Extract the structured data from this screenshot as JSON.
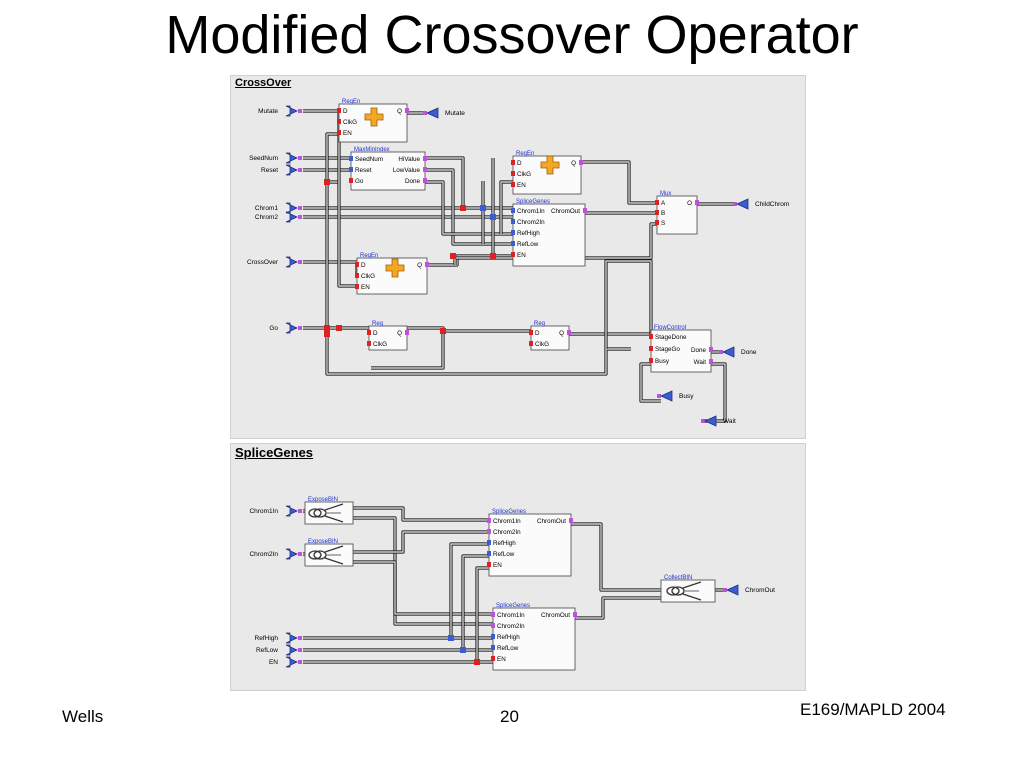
{
  "slide": {
    "title": "Modified Crossover Operator",
    "footer_left": "Wells",
    "page_number": "20",
    "footer_right": "E169/MAPLD 2004"
  },
  "crossover": {
    "title": "CrossOver",
    "ports_in": [
      "Mutate",
      "SeedNum",
      "Reset",
      "Chrom1",
      "Chrom2",
      "CrossOver",
      "Go"
    ],
    "ports_out": [
      "Mutate",
      "ChildChrom",
      "Done",
      "Busy",
      "Wait"
    ],
    "blocks": {
      "regen_top": {
        "name": "RegEn",
        "pins_left": [
          "D",
          "ClkG",
          "EN"
        ],
        "pins_right": [
          "Q"
        ]
      },
      "maxmin": {
        "name": "MaxMinIndex",
        "pins_left": [
          "SeedNum",
          "Reset",
          "Go"
        ],
        "pins_right": [
          "HiValue",
          "LowValue",
          "Done"
        ]
      },
      "regen_mid": {
        "name": "RegEn",
        "pins_left": [
          "D",
          "ClkG",
          "EN"
        ],
        "pins_right": [
          "Q"
        ]
      },
      "mux": {
        "name": "Mux",
        "pins_left": [
          "A",
          "B",
          "S"
        ],
        "pins_right": [
          "O"
        ]
      },
      "splice": {
        "name": "SpliceGenes",
        "pins_left": [
          "Chrom1In",
          "Chrom2In",
          "RefHigh",
          "RefLow",
          "EN"
        ],
        "pins_right": [
          "ChromOut"
        ]
      },
      "regen_low": {
        "name": "RegEn",
        "pins_left": [
          "D",
          "ClkG",
          "EN"
        ],
        "pins_right": [
          "Q"
        ]
      },
      "reg_a": {
        "name": "Reg",
        "pins_left": [
          "D",
          "ClkG"
        ],
        "pins_right": [
          "Q"
        ]
      },
      "reg_b": {
        "name": "Reg",
        "pins_left": [
          "D",
          "ClkG"
        ],
        "pins_right": [
          "Q"
        ]
      },
      "flow": {
        "name": "FlowControl",
        "pins_left": [
          "StageDone",
          "StageGo",
          "Busy"
        ],
        "pins_right": [
          "Done",
          "Wait"
        ]
      }
    }
  },
  "splicegenes": {
    "title": "SpliceGenes",
    "ports_in": [
      "Chrom1In",
      "Chrom2In",
      "RefHigh",
      "RefLow",
      "EN"
    ],
    "ports_out": [
      "ChromOut"
    ],
    "blocks": {
      "expose1": {
        "name": "ExposeBIN"
      },
      "expose2": {
        "name": "ExposeBIN"
      },
      "collect": {
        "name": "CollectBIN"
      },
      "splice_a": {
        "name": "SpliceGenes",
        "pins_left": [
          "Chrom1In",
          "Chrom2In",
          "RefHigh",
          "RefLow",
          "EN"
        ],
        "pins_right": [
          "ChromOut"
        ]
      },
      "splice_b": {
        "name": "SpliceGenes",
        "pins_left": [
          "Chrom1In",
          "Chrom2In",
          "RefHigh",
          "RefLow",
          "EN"
        ],
        "pins_right": [
          "ChromOut"
        ]
      }
    }
  }
}
